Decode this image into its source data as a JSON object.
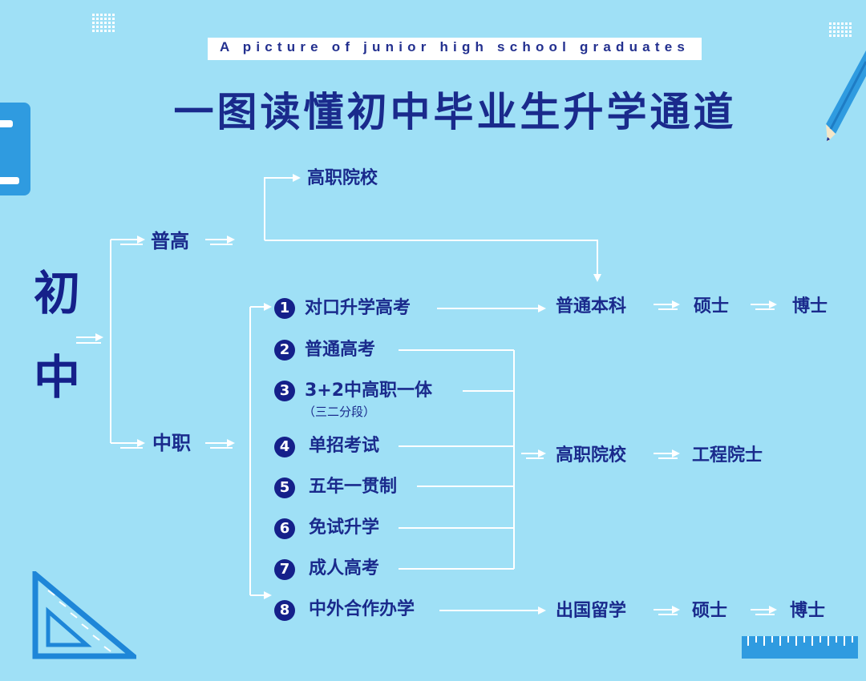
{
  "header": {
    "subtitle": "A picture of junior high school graduates",
    "title": "一图读懂初中毕业生升学通道"
  },
  "root": {
    "char1": "初",
    "char2": "中"
  },
  "branches": {
    "general": "普高",
    "vocational": "中职"
  },
  "general_target": "高职院校",
  "pathways": [
    {
      "num": "1",
      "label": "对口升学高考",
      "note": ""
    },
    {
      "num": "2",
      "label": "普通高考",
      "note": ""
    },
    {
      "num": "3",
      "label": "3+2中高职一体",
      "note": "（三二分段）"
    },
    {
      "num": "4",
      "label": "单招考试",
      "note": ""
    },
    {
      "num": "5",
      "label": "五年一贯制",
      "note": ""
    },
    {
      "num": "6",
      "label": "免试升学",
      "note": ""
    },
    {
      "num": "7",
      "label": "成人高考",
      "note": ""
    },
    {
      "num": "8",
      "label": "中外合作办学",
      "note": ""
    }
  ],
  "outcomes": {
    "row1": [
      "普通本科",
      "硕士",
      "博士"
    ],
    "row2": [
      "高职院校",
      "工程院士"
    ],
    "row3": [
      "出国留学",
      "硕士",
      "博士"
    ]
  },
  "colors": {
    "background": "#9fe0f6",
    "text": "#1a2a8c",
    "connector": "#ffffff",
    "accent": "#2f9be0"
  }
}
